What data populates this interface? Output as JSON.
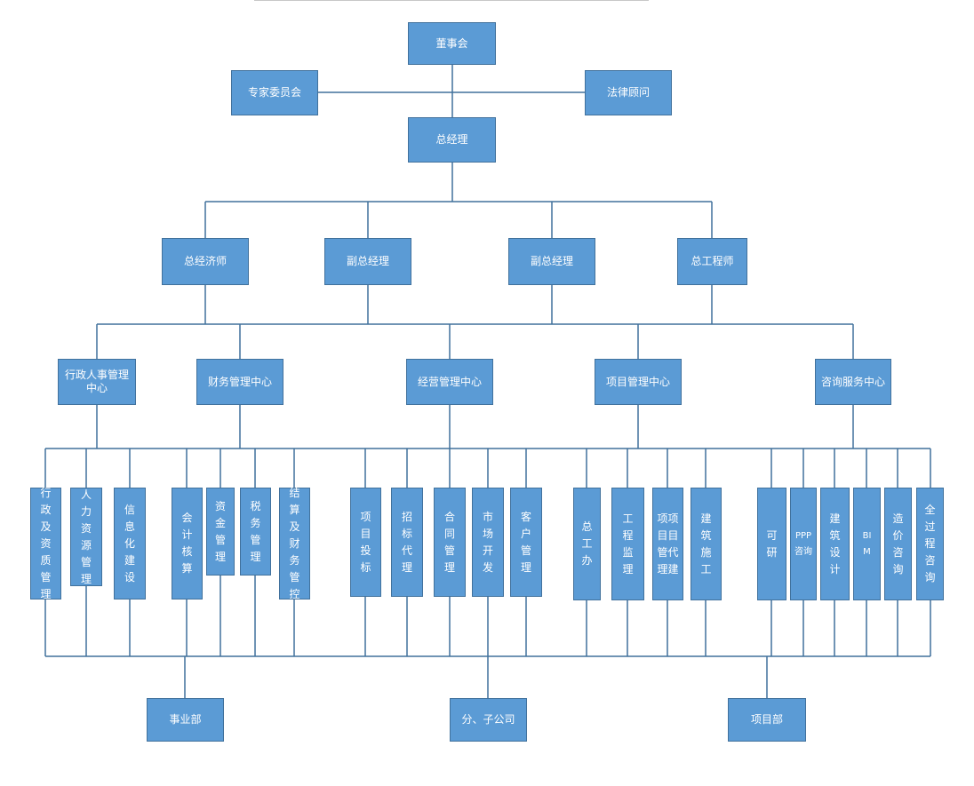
{
  "board": "董事会",
  "experts": "专家委员会",
  "legal": "法律顾问",
  "gm": "总经理",
  "level2": [
    "总经济师",
    "副总经理",
    "副总经理",
    "总工程师"
  ],
  "centers": [
    "行政人事管理中心",
    "财务管理中心",
    "经营管理中心",
    "项目管理中心",
    "咨询服务中心"
  ],
  "units": [
    "行政及资质管理",
    "人力资源管理",
    "信息化建设",
    "会计核算",
    "资金管理",
    "税务管理",
    "结算及财务管控",
    "项目投标",
    "招标代理",
    "合同管理",
    "市场开发",
    "客户管理",
    "总工办",
    "工程监理",
    "项项目目管代理建",
    "建筑施工",
    "可研",
    "PPP咨询",
    "建筑设计",
    "BIM",
    "造价咨询",
    "全过程咨询"
  ],
  "bottom": [
    "事业部",
    "分、子公司",
    "项目部"
  ],
  "colors": {
    "box_fill": "#5b9bd5",
    "box_border": "#41719c",
    "line": "#41719c"
  }
}
